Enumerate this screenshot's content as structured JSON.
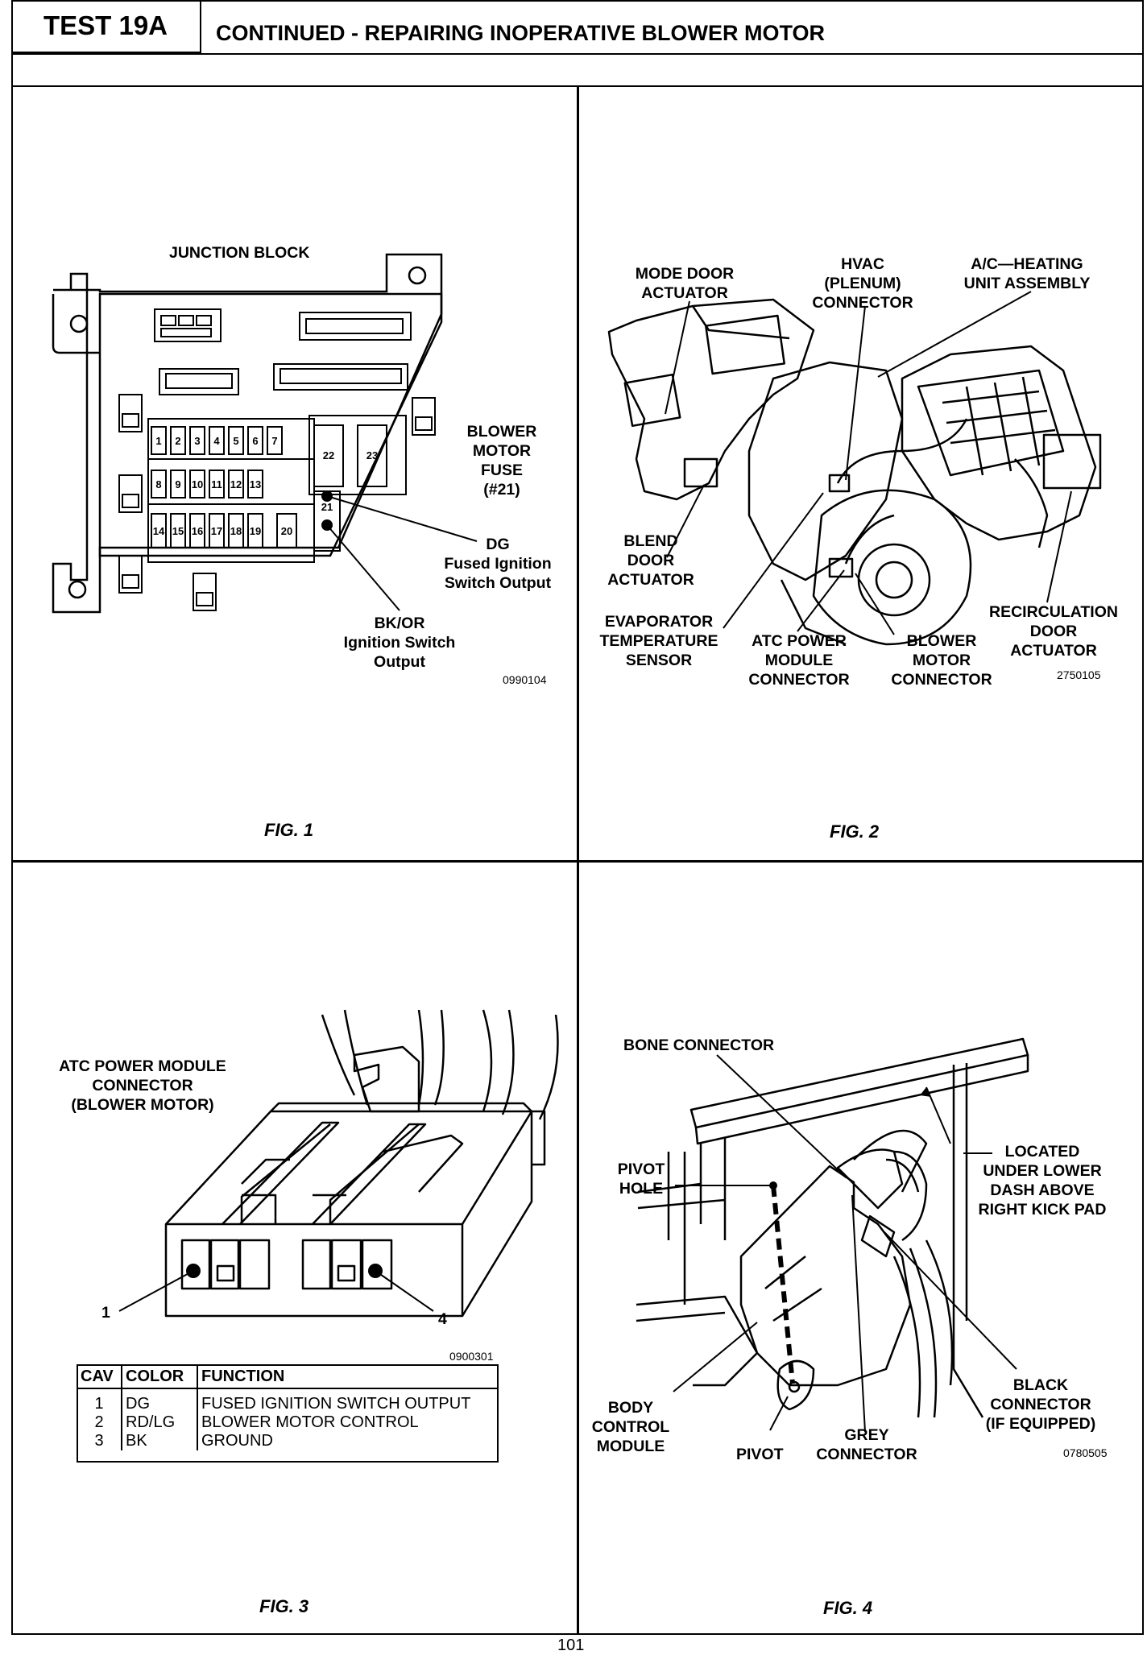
{
  "header": {
    "test_id": "TEST 19A",
    "title": "CONTINUED - REPAIRING INOPERATIVE BLOWER MOTOR"
  },
  "fig1": {
    "caption": "FIG. 1",
    "title": "JUNCTION BLOCK",
    "fuse_label": [
      "BLOWER",
      "MOTOR",
      "FUSE",
      "(#21)"
    ],
    "dg_label": [
      "DG",
      "Fused Ignition",
      "Switch Output"
    ],
    "bkor_label": [
      "BK/OR",
      "Ignition Switch",
      "Output"
    ],
    "code": "0990104",
    "fuse_numbers_row1": [
      "1",
      "2",
      "3",
      "4",
      "5",
      "6",
      "7"
    ],
    "fuse_numbers_row2": [
      "8",
      "9",
      "10",
      "11",
      "12",
      "13"
    ],
    "fuse_numbers_row3": [
      "14",
      "15",
      "16",
      "17",
      "18",
      "19",
      "20"
    ],
    "fuse_big": [
      "22",
      "23",
      "21"
    ]
  },
  "fig2": {
    "caption": "FIG. 2",
    "labels": {
      "mode_door": [
        "MODE DOOR",
        "ACTUATOR"
      ],
      "hvac": [
        "HVAC",
        "(PLENUM)",
        "CONNECTOR"
      ],
      "ac_heating": [
        "A/C—HEATING",
        "UNIT ASSEMBLY"
      ],
      "blend_door": [
        "BLEND",
        "DOOR",
        "ACTUATOR"
      ],
      "evaporator": [
        "EVAPORATOR",
        "TEMPERATURE",
        "SENSOR"
      ],
      "atc_power": [
        "ATC POWER",
        "MODULE",
        "CONNECTOR"
      ],
      "blower_motor": [
        "BLOWER",
        "MOTOR",
        "CONNECTOR"
      ],
      "recirculation": [
        "RECIRCULATION",
        "DOOR",
        "ACTUATOR"
      ]
    },
    "code": "2750105"
  },
  "fig3": {
    "caption": "FIG. 3",
    "title": [
      "ATC POWER MODULE",
      "CONNECTOR",
      "(BLOWER MOTOR)"
    ],
    "pin1": "1",
    "pin4": "4",
    "code": "0900301",
    "table": {
      "headers": [
        "CAV",
        "COLOR",
        "FUNCTION"
      ],
      "rows": [
        [
          "1",
          "DG",
          "FUSED IGNITION SWITCH OUTPUT"
        ],
        [
          "2",
          "RD/LG",
          "BLOWER MOTOR CONTROL"
        ],
        [
          "3",
          "BK",
          "GROUND"
        ]
      ]
    }
  },
  "fig4": {
    "caption": "FIG. 4",
    "labels": {
      "bone": [
        "BONE CONNECTOR"
      ],
      "located": [
        "LOCATED",
        "UNDER LOWER",
        "DASH ABOVE",
        "RIGHT KICK PAD"
      ],
      "pivot_hole": [
        "PIVOT",
        "HOLE"
      ],
      "body_control": [
        "BODY",
        "CONTROL",
        "MODULE"
      ],
      "pivot": [
        "PIVOT"
      ],
      "grey": [
        "GREY",
        "CONNECTOR"
      ],
      "black": [
        "BLACK",
        "CONNECTOR",
        "(IF EQUIPPED)"
      ]
    },
    "code": "0780505"
  },
  "page_number": "101"
}
